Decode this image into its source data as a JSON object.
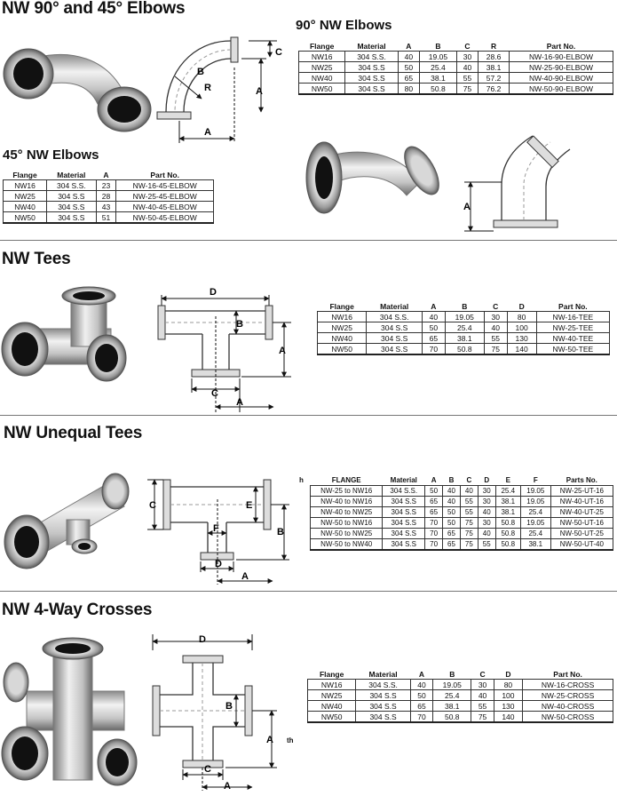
{
  "sections": {
    "elbows": {
      "title": "NW 90° and 45° Elbows",
      "t90": {
        "title": "90° NW Elbows",
        "headers": [
          "Flange",
          "Material",
          "A",
          "B",
          "C",
          "R",
          "Part No."
        ],
        "rows": [
          [
            "NW16",
            "304 S.S.",
            "40",
            "19.05",
            "30",
            "28.6",
            "NW-16-90-ELBOW"
          ],
          [
            "NW25",
            "304 S.S",
            "50",
            "25.4",
            "40",
            "38.1",
            "NW-25-90-ELBOW"
          ],
          [
            "NW40",
            "304 S.S",
            "65",
            "38.1",
            "55",
            "57.2",
            "NW-40-90-ELBOW"
          ],
          [
            "NW50",
            "304 S.S",
            "80",
            "50.8",
            "75",
            "76.2",
            "NW-50-90-ELBOW"
          ]
        ]
      },
      "t45": {
        "title": "45° NW Elbows",
        "headers": [
          "Flange",
          "Material",
          "A",
          "Part No."
        ],
        "rows": [
          [
            "NW16",
            "304 S.S.",
            "23",
            "NW-16-45-ELBOW"
          ],
          [
            "NW25",
            "304 S.S",
            "28",
            "NW-25-45-ELBOW"
          ],
          [
            "NW40",
            "304 S.S",
            "43",
            "NW-40-45-ELBOW"
          ],
          [
            "NW50",
            "304 S.S",
            "51",
            "NW-50-45-ELBOW"
          ]
        ]
      },
      "dims": {
        "a": "A",
        "b": "B",
        "c": "C",
        "r": "R"
      }
    },
    "tees": {
      "title": "NW Tees",
      "headers": [
        "Flange",
        "Material",
        "A",
        "B",
        "C",
        "D",
        "Part No."
      ],
      "rows": [
        [
          "NW16",
          "304 S.S.",
          "40",
          "19.05",
          "30",
          "80",
          "NW-16-TEE"
        ],
        [
          "NW25",
          "304 S.S",
          "50",
          "25.4",
          "40",
          "100",
          "NW-25-TEE"
        ],
        [
          "NW40",
          "304 S.S",
          "65",
          "38.1",
          "55",
          "130",
          "NW-40-TEE"
        ],
        [
          "NW50",
          "304 S.S",
          "70",
          "50.8",
          "75",
          "140",
          "NW-50-TEE"
        ]
      ],
      "dims": {
        "a": "A",
        "b": "B",
        "c": "C",
        "d": "D"
      }
    },
    "unequal": {
      "title": "NW Unequal Tees",
      "headers": [
        "FLANGE",
        "Material",
        "A",
        "B",
        "C",
        "D",
        "E",
        "F",
        "Parts No."
      ],
      "rows": [
        [
          "NW-25 to NW16",
          "304 S.S.",
          "50",
          "40",
          "40",
          "30",
          "25.4",
          "19.05",
          "NW-25-UT-16"
        ],
        [
          "NW-40 to NW16",
          "304 S.S",
          "65",
          "40",
          "55",
          "30",
          "38.1",
          "19.05",
          "NW-40-UT-16"
        ],
        [
          "NW-40 to NW25",
          "304 S.S",
          "65",
          "50",
          "55",
          "40",
          "38.1",
          "25.4",
          "NW-40-UT-25"
        ],
        [
          "NW-50 to NW16",
          "304 S.S",
          "70",
          "50",
          "75",
          "30",
          "50.8",
          "19.05",
          "NW-50-UT-16"
        ],
        [
          "NW-50 to NW25",
          "304 S.S",
          "70",
          "65",
          "75",
          "40",
          "50.8",
          "25.4",
          "NW-50-UT-25"
        ],
        [
          "NW-50 to NW40",
          "304 S.S",
          "70",
          "65",
          "75",
          "55",
          "50.8",
          "38.1",
          "NW-50-UT-40"
        ]
      ],
      "dims": {
        "a": "A",
        "b": "B",
        "c": "C",
        "d": "D",
        "e": "E",
        "f": "F"
      },
      "mark": "h"
    },
    "crosses": {
      "title": "NW 4-Way Crosses",
      "headers": [
        "Flange",
        "Material",
        "A",
        "B",
        "C",
        "D",
        "Part No."
      ],
      "rows": [
        [
          "NW16",
          "304 S.S.",
          "40",
          "19.05",
          "30",
          "80",
          "NW-16-CROSS"
        ],
        [
          "NW25",
          "304 S.S",
          "50",
          "25.4",
          "40",
          "100",
          "NW-25-CROSS"
        ],
        [
          "NW40",
          "304 S.S",
          "65",
          "38.1",
          "55",
          "130",
          "NW-40-CROSS"
        ],
        [
          "NW50",
          "304 S.S",
          "70",
          "50.8",
          "75",
          "140",
          "NW-50-CROSS"
        ]
      ],
      "dims": {
        "a": "A",
        "b": "B",
        "c": "C",
        "d": "D"
      },
      "mark": "th"
    }
  },
  "colors": {
    "rule": "#777777",
    "steel_light": "#e6e6e6",
    "steel_dark": "#6e6e6e",
    "bore": "#111111"
  }
}
